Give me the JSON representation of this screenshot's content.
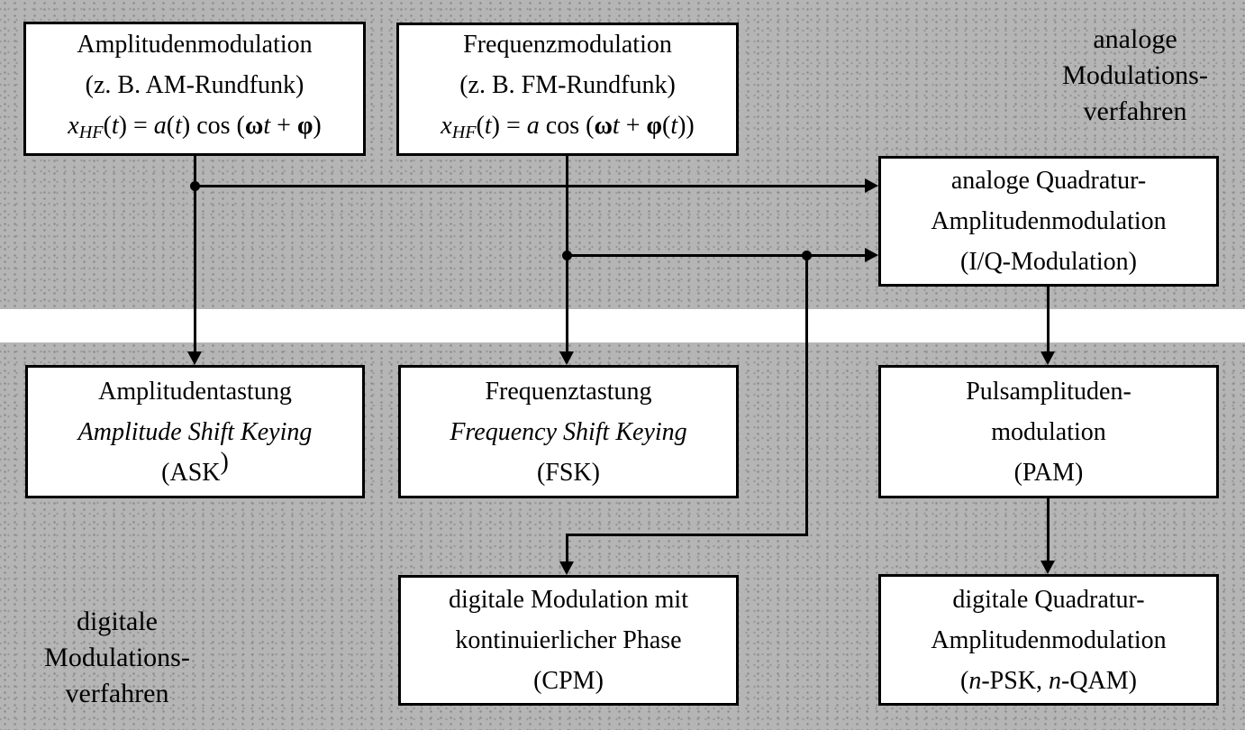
{
  "diagram": {
    "labels": {
      "analog": {
        "line1": "analoge",
        "line2": "Modulations-",
        "line3": "verfahren"
      },
      "digital": {
        "line1": "digitale",
        "line2": "Modulations-",
        "line3": "verfahren"
      }
    },
    "nodes": {
      "am": {
        "line1": "Amplitudenmodulation",
        "line2": "(z. B. AM-Rundfunk)",
        "formula": [
          {
            "t": "x",
            "s": "i"
          },
          {
            "t": "HF",
            "s": "sub"
          },
          {
            "t": "(",
            "s": "r"
          },
          {
            "t": "t",
            "s": "i"
          },
          {
            "t": ") = ",
            "s": "r"
          },
          {
            "t": "a",
            "s": "i"
          },
          {
            "t": "(",
            "s": "r"
          },
          {
            "t": "t",
            "s": "i"
          },
          {
            "t": ") cos (",
            "s": "r"
          },
          {
            "t": "ω",
            "s": "b"
          },
          {
            "t": "t",
            "s": "i"
          },
          {
            "t": " + ",
            "s": "r"
          },
          {
            "t": "φ",
            "s": "b"
          },
          {
            "t": ")",
            "s": "r"
          }
        ]
      },
      "fm": {
        "line1": "Frequenzmodulation",
        "line2": "(z. B. FM-Rundfunk)",
        "formula": [
          {
            "t": "x",
            "s": "i"
          },
          {
            "t": "HF",
            "s": "sub"
          },
          {
            "t": "(",
            "s": "r"
          },
          {
            "t": "t",
            "s": "i"
          },
          {
            "t": ") = ",
            "s": "r"
          },
          {
            "t": "a",
            "s": "i"
          },
          {
            "t": " cos (",
            "s": "r"
          },
          {
            "t": "ω",
            "s": "b"
          },
          {
            "t": "t",
            "s": "i"
          },
          {
            "t": " + ",
            "s": "r"
          },
          {
            "t": "φ",
            "s": "b"
          },
          {
            "t": "(",
            "s": "r"
          },
          {
            "t": "t",
            "s": "i"
          },
          {
            "t": "))",
            "s": "r"
          }
        ]
      },
      "aqam": {
        "line1": "analoge Quadratur-",
        "line2": "Amplitudenmodulation",
        "line3": "(I/Q-Modulation)"
      },
      "ask": {
        "line1": "Amplitudentastung",
        "line2": "Amplitude Shift Keying",
        "line3_segments": [
          {
            "t": "(ASK",
            "s": "r"
          },
          {
            "t": ")",
            "s": "sup"
          }
        ]
      },
      "fsk": {
        "line1": "Frequenztastung",
        "line2": "Frequency Shift Keying",
        "line3": "(FSK)"
      },
      "pam": {
        "line1": "Pulsamplituden-",
        "line2": "modulation",
        "line3": "(PAM)"
      },
      "cpm": {
        "line1": "digitale Modulation mit",
        "line2": "kontinuierlicher Phase",
        "line3": "(CPM)"
      },
      "dqam": {
        "line1": "digitale Quadratur-",
        "line2": "Amplitudenmodulation",
        "line3_segments": [
          {
            "t": "(",
            "s": "r"
          },
          {
            "t": "n",
            "s": "i"
          },
          {
            "t": "-PSK, ",
            "s": "r"
          },
          {
            "t": "n",
            "s": "i"
          },
          {
            "t": "-QAM)",
            "s": "r"
          }
        ]
      }
    },
    "colors": {
      "region_background": "#b5b5b5",
      "texture_dot": "#8d8d8d",
      "node_background": "#ffffff",
      "line": "#000000",
      "separator_band": "#ffffff"
    }
  }
}
